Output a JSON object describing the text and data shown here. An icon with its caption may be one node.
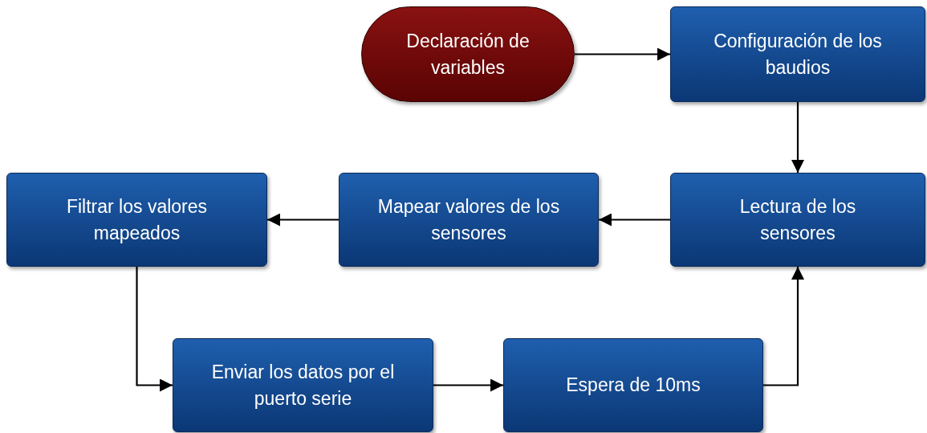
{
  "diagram": {
    "nodes": [
      {
        "text": [
          "Declaración de variables"
        ]
      },
      {
        "text": [
          "Configuración de los baudios"
        ]
      },
      {
        "text": [
          "Lectura de los sensores"
        ]
      },
      {
        "text": [
          "Mapear valores de los sensores"
        ]
      },
      {
        "text": [
          "Filtrar los valores mapeados"
        ]
      },
      {
        "text": [
          "Enviar los datos por el puerto serie"
        ]
      },
      {
        "text": [
          "Espera de 10ms"
        ]
      }
    ],
    "edges": [
      {
        "from": 0,
        "to": 1,
        "arrow": "to"
      },
      {
        "from": 1,
        "to": 2,
        "arrow": "to"
      },
      {
        "from": 2,
        "to": 3,
        "arrow": "to"
      },
      {
        "from": 3,
        "to": 4,
        "arrow": "to"
      },
      {
        "from": 4,
        "to": 5,
        "arrow": "to"
      },
      {
        "from": 5,
        "to": 6,
        "arrow": "to"
      },
      {
        "from": 6,
        "to": 2,
        "arrow": "to"
      }
    ]
  }
}
